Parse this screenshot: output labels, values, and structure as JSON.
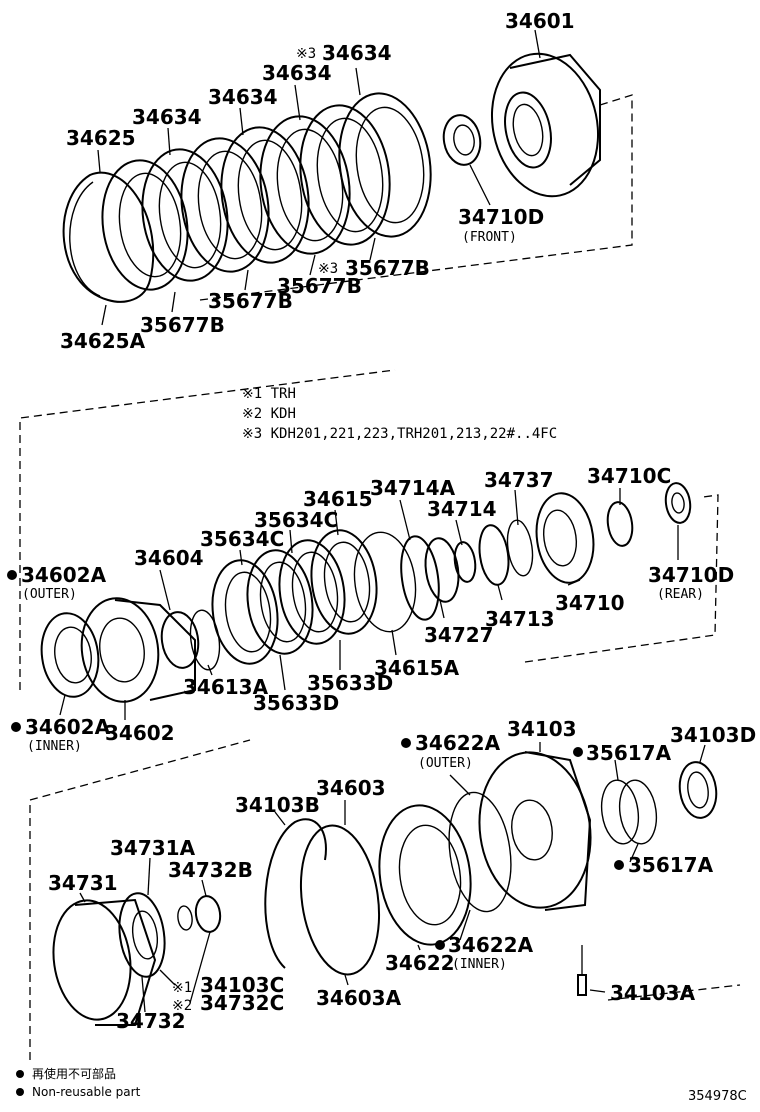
{
  "diagram": {
    "labels": {
      "l34601": "34601",
      "l34634_top": "34634",
      "l34634_a": "34634",
      "l34634_b": "34634",
      "l34634_c": "34634",
      "l34625": "34625",
      "l34710D_front": "34710D",
      "l35677B_a": "35677B",
      "l35677B_b": "35677B",
      "l35677B_c": "35677B",
      "l35677B_d": "35677B",
      "l34625A": "34625A",
      "l34602A_outer": "34602A",
      "l34604": "34604",
      "l35634C_a": "35634C",
      "l35634C_b": "35634C",
      "l34615": "34615",
      "l34714A": "34714A",
      "l34737": "34737",
      "l34710C": "34710C",
      "l34714": "34714",
      "l34710D_rear": "34710D",
      "l34710": "34710",
      "l34713": "34713",
      "l34727": "34727",
      "l34613A": "34613A",
      "l35633D_a": "35633D",
      "l35633D_b": "35633D",
      "l34615A": "34615A",
      "l34602A_inner": "34602A",
      "l34602": "34602",
      "l34622A_outer": "34622A",
      "l34103": "34103",
      "l35617A_a": "35617A",
      "l34103D": "34103D",
      "l34603": "34603",
      "l34103B": "34103B",
      "l35617A_b": "35617A",
      "l34731A": "34731A",
      "l34732B": "34732B",
      "l34731": "34731",
      "l34622A_inner": "34622A",
      "l34622": "34622",
      "l34103C": "34103C",
      "l34732C": "34732C",
      "l34732": "34732",
      "l34603A": "34603A",
      "l34103A": "34103A"
    },
    "sublabels": {
      "front": "(FRONT)",
      "rear": "(REAR)",
      "outer1": "(OUTER)",
      "inner1": "(INNER)",
      "outer2": "(OUTER)",
      "inner2": "(INNER)"
    },
    "marks": {
      "m3_top": "※3",
      "m3_mid": "※3",
      "m1": "※1",
      "m2": "※2"
    },
    "notes": {
      "n1": "※1 TRH",
      "n2": "※2 KDH",
      "n3": "※3 KDH201,221,223,TRH201,213,22#..4FC"
    },
    "legend": {
      "jp": "再使用不可部品",
      "en": "Non-reusable part"
    },
    "code": "354978C"
  }
}
